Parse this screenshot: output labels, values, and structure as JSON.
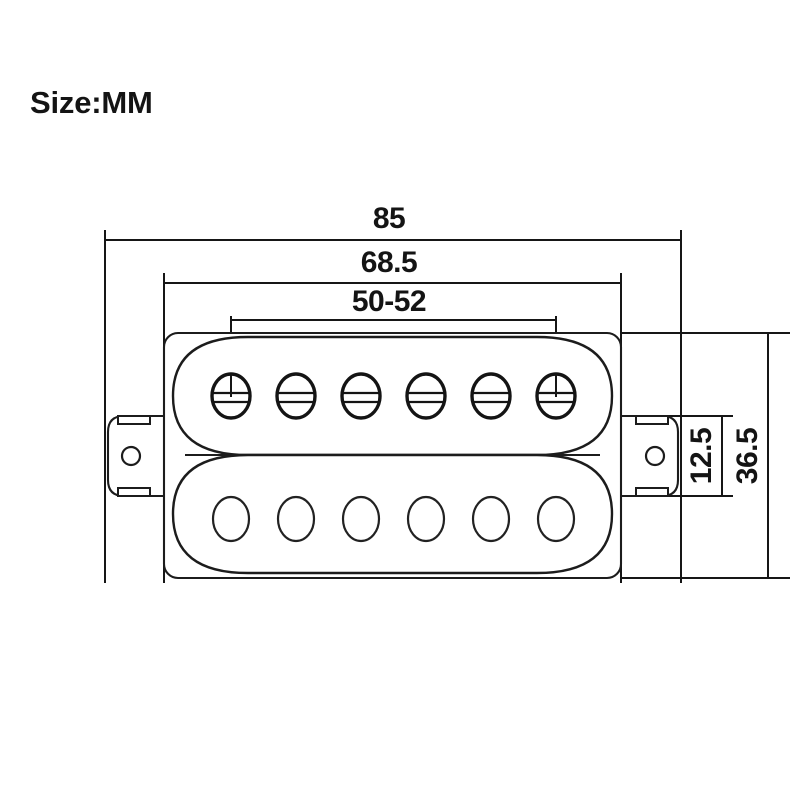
{
  "drawing": {
    "title": "Size:MM",
    "subject": "humbucker-guitar-pickup-outline",
    "units": "MM",
    "stroke_color": "#1c1c1c",
    "background_color": "#ffffff"
  },
  "dimensions": {
    "overall_width": {
      "label": "85",
      "orientation": "horizontal",
      "description": "overall baseplate width including mounting ears"
    },
    "body_width": {
      "label": "68.5",
      "orientation": "horizontal",
      "description": "pickup body width"
    },
    "pole_spacing": {
      "label": "50-52",
      "orientation": "horizontal",
      "description": "string spacing across first to sixth pole piece"
    },
    "overall_height": {
      "label": "36.5",
      "orientation": "vertical",
      "description": "overall height of pickup body"
    },
    "ear_height": {
      "label": "12.5",
      "orientation": "vertical",
      "description": "mounting ear height"
    }
  },
  "pole_pieces": {
    "screw_row_count": 6,
    "slug_row_count": 6,
    "screw_row_label": "adjustable-slotted-pole-screws",
    "slug_row_label": "fixed-pole-slugs"
  },
  "mounting": {
    "ear_count": 2,
    "hole_count_per_ear": 1
  }
}
